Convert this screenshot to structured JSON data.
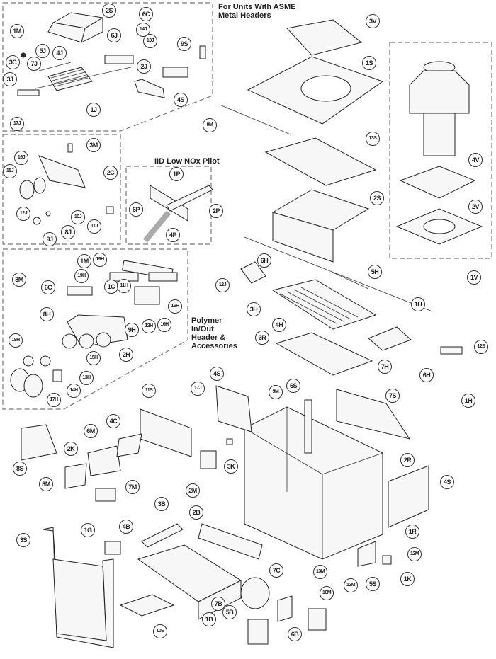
{
  "title": "Heater Exploded Parts Diagram",
  "sections": {
    "asme": "For Units With ASME\nMetal Headers",
    "pilot": "IID Low NOx Pilot",
    "polymer": "Polymer\nIn/Out\nHeader &\nAccessories"
  },
  "callouts": {
    "asme_group": [
      "2S",
      "6C",
      "14J",
      "13J",
      "9S",
      "1M",
      "6J",
      "5J",
      "4J",
      "7J",
      "3C",
      "2J",
      "3J",
      "4S",
      "1J",
      "17J"
    ],
    "valve_group": [
      "3M",
      "16J",
      "15J",
      "2C",
      "12J",
      "10J",
      "11J",
      "9J",
      "8J"
    ],
    "pilot_group": [
      "1P",
      "6P",
      "2P",
      "4P"
    ],
    "polymer_group": [
      "1M",
      "19H",
      "19H",
      "3M",
      "6C",
      "1C",
      "11H",
      "8H",
      "16H",
      "9H",
      "12H",
      "10H",
      "2H",
      "18H",
      "15H",
      "13H",
      "14H",
      "17H"
    ],
    "vent_group": [
      "3V",
      "1S",
      "9M",
      "13S",
      "2S",
      "4V",
      "2V",
      "1V"
    ],
    "exchanger_group": [
      "6H",
      "12J",
      "5H",
      "3H",
      "4H",
      "1H",
      "3R",
      "12S",
      "7H",
      "6H",
      "1H"
    ],
    "cabinet_group": [
      "4S",
      "17J",
      "11S",
      "9M",
      "6S",
      "7S",
      "8S",
      "6M",
      "4C",
      "2K",
      "3K",
      "2R",
      "8M",
      "7M",
      "2M",
      "4S",
      "1R",
      "3B",
      "4B",
      "1G",
      "2B",
      "3S",
      "12M",
      "13M",
      "7C",
      "1K",
      "10M",
      "12M",
      "5S",
      "7B",
      "5B",
      "1B",
      "10S",
      "6B"
    ]
  }
}
